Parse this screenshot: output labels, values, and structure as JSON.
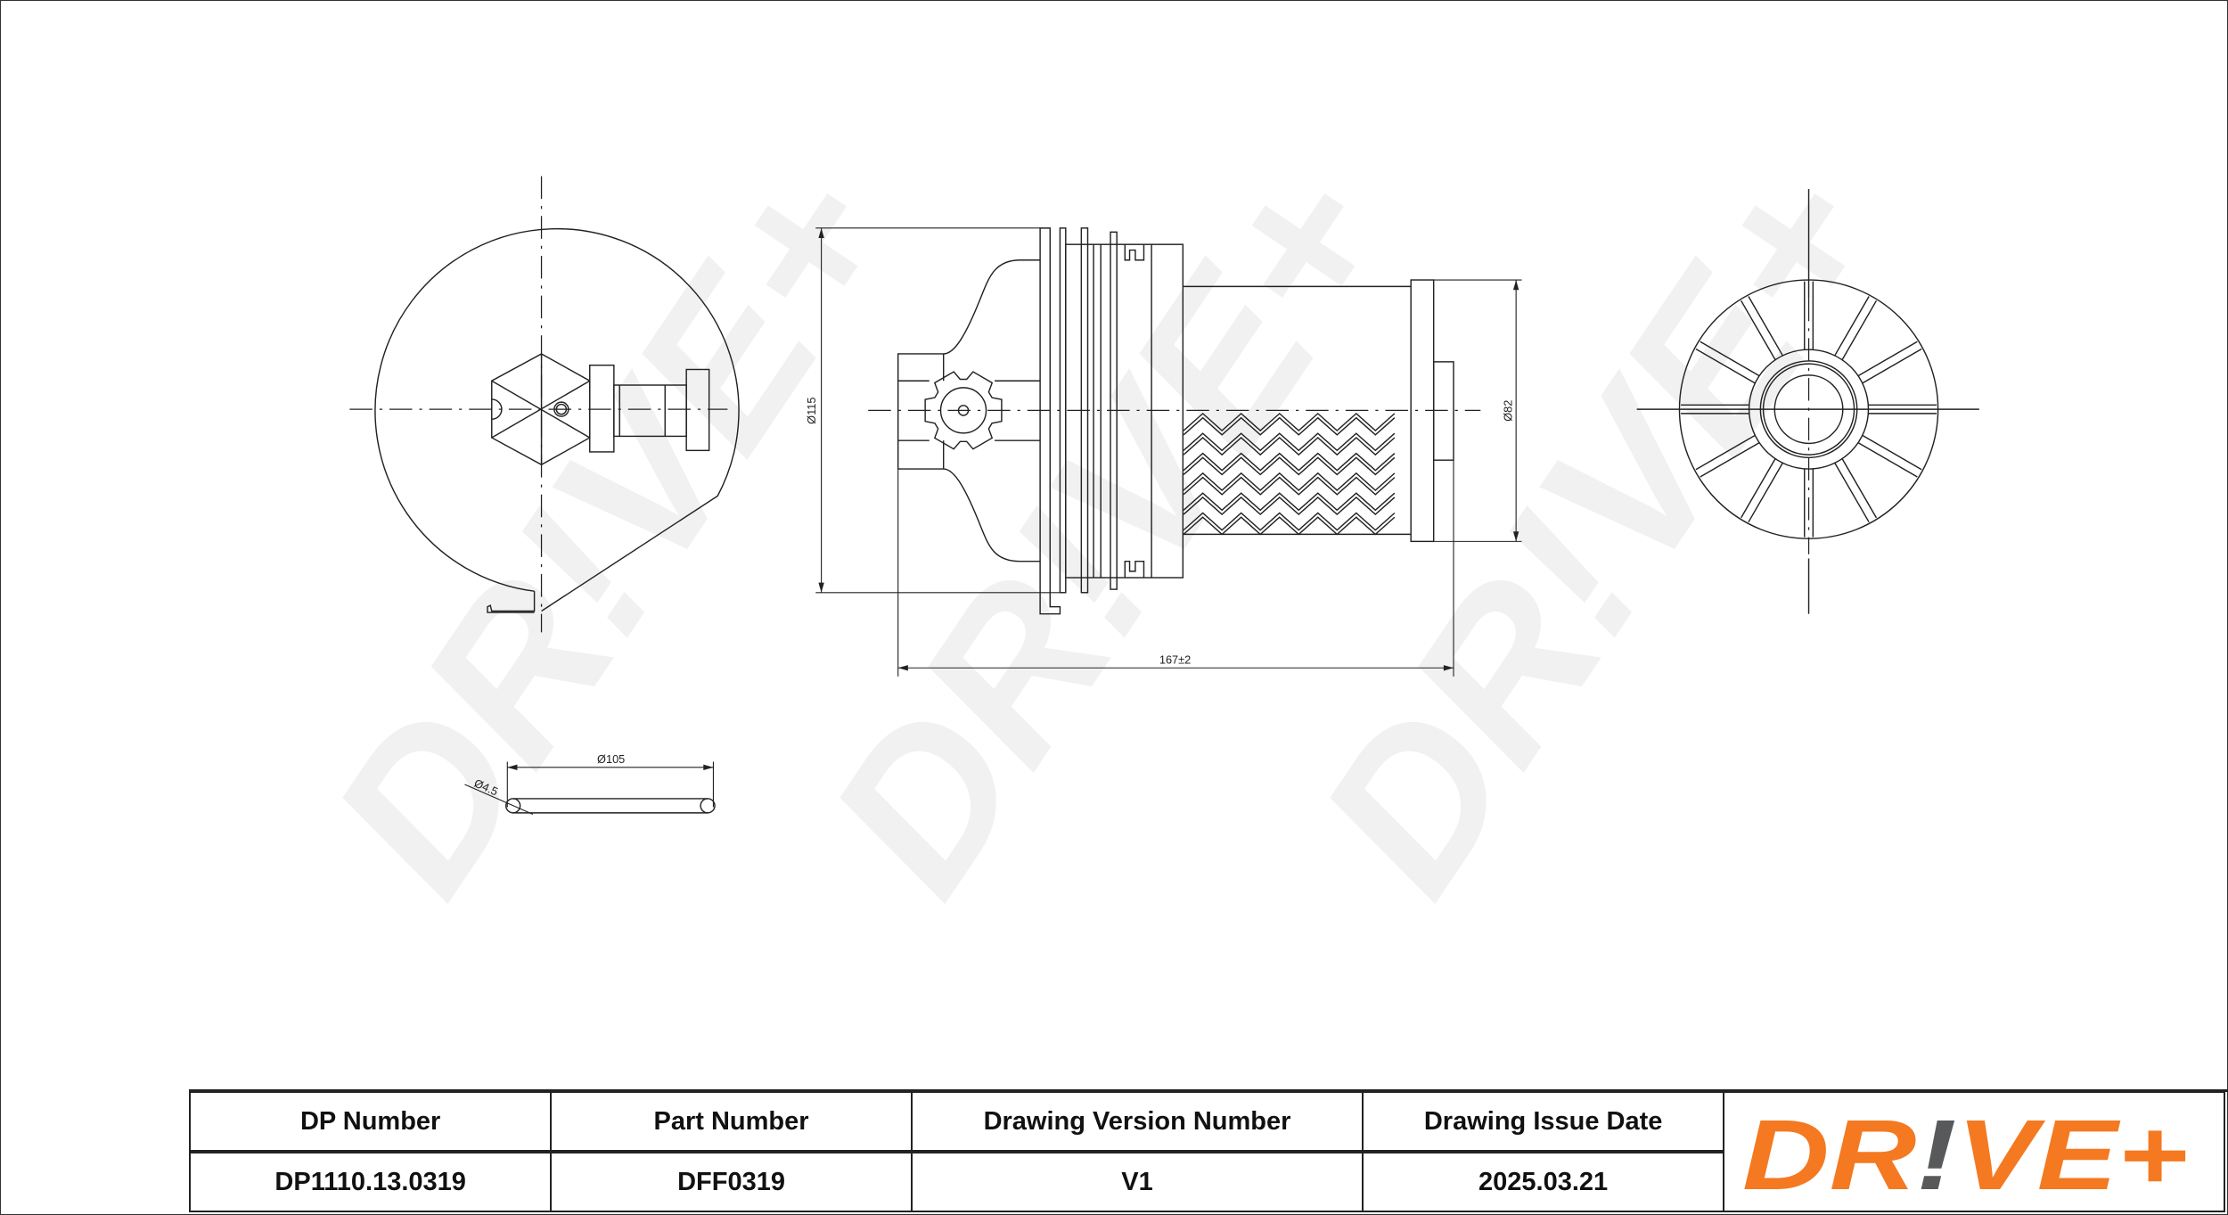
{
  "watermark": "DR!VE+",
  "dimensions": {
    "outer_diameter": "Ø115",
    "tube_diameter": "Ø82",
    "length": "167±2",
    "oring_diameter": "Ø105",
    "oring_section": "Ø4.5"
  },
  "title_block": {
    "headers": [
      "DP Number",
      "Part Number",
      "Drawing Version Number",
      "Drawing Issue Date"
    ],
    "values": [
      "DP1110.13.0319",
      "DFF0319",
      "V1",
      "2025.03.21"
    ]
  },
  "logo": {
    "text_left": "DR",
    "text_mark": "!",
    "text_right": "VE+",
    "colors": {
      "orange": "#F47920",
      "gray": "#58595B"
    }
  }
}
